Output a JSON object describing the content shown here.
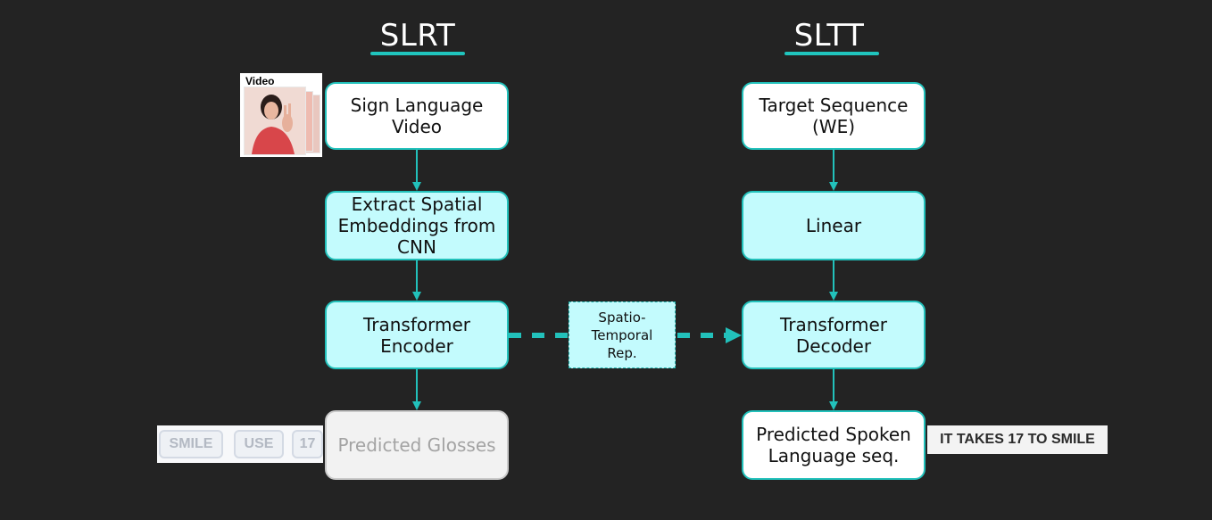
{
  "columns": {
    "left": {
      "title": "SLRT"
    },
    "right": {
      "title": "SLTT"
    }
  },
  "left_flow": {
    "video": "Sign Language Video",
    "embed": "Extract Spatial Embeddings from CNN",
    "encoder": "Transformer Encoder",
    "glosses": "Predicted Glosses"
  },
  "right_flow": {
    "target": "Target Sequence (WE)",
    "linear": "Linear",
    "decoder": "Transformer Decoder",
    "spoken": "Predicted Spoken Language seq."
  },
  "bridge": {
    "label": "Spatio-Temporal Rep."
  },
  "video_thumbnail": {
    "label": "Video"
  },
  "gloss_tokens": [
    "SMILE",
    "USE",
    "17"
  ],
  "output_sentence": "IT TAKES 17 TO SMILE",
  "colors": {
    "background": "#232323",
    "accent": "#22c1bb",
    "box_fill": "#c3fbfd",
    "box_white": "#ffffff",
    "muted_box": "#f2f2f2"
  }
}
